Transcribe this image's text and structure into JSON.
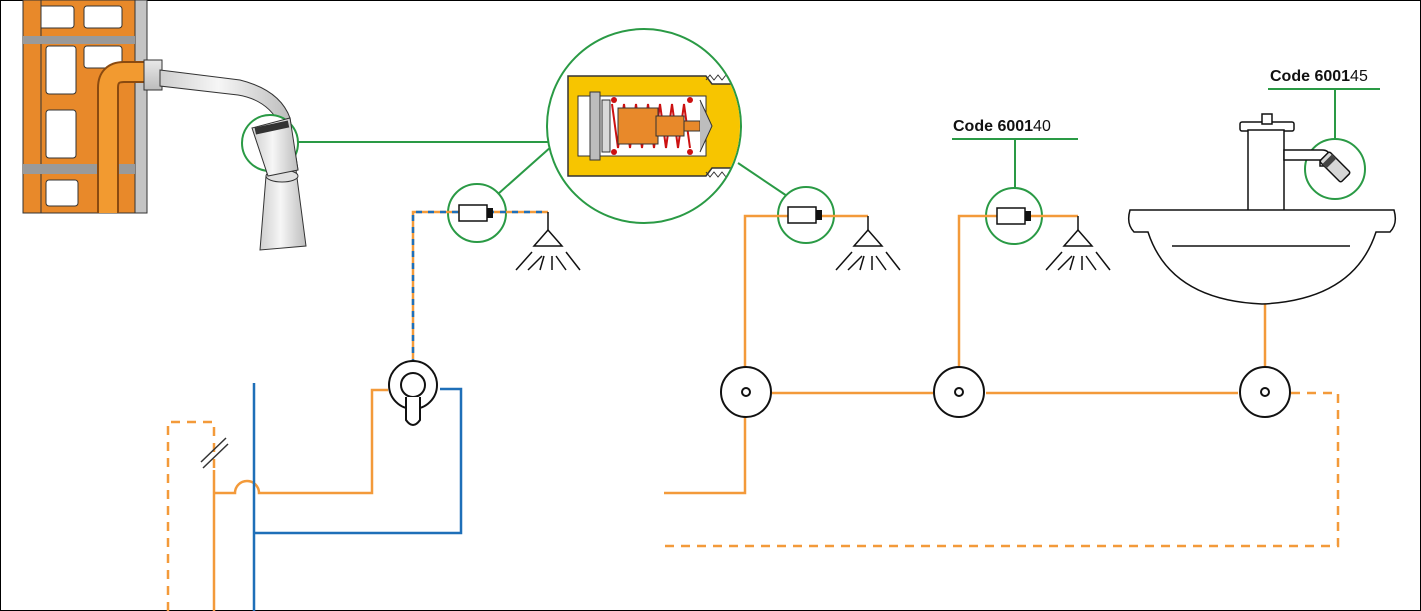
{
  "diagram": {
    "code_labels": [
      {
        "prefix": "Code 6001",
        "suffix": "40"
      },
      {
        "prefix": "Code 6001",
        "suffix": "45"
      }
    ]
  },
  "colors": {
    "hot_pipe": "#f39a3a",
    "cold_pipe": "#1e6fb8",
    "callout": "#2a9a45",
    "brass": "#f7c500",
    "wall_orange": "#e8892a",
    "wall_gray": "#9a9a9a"
  }
}
